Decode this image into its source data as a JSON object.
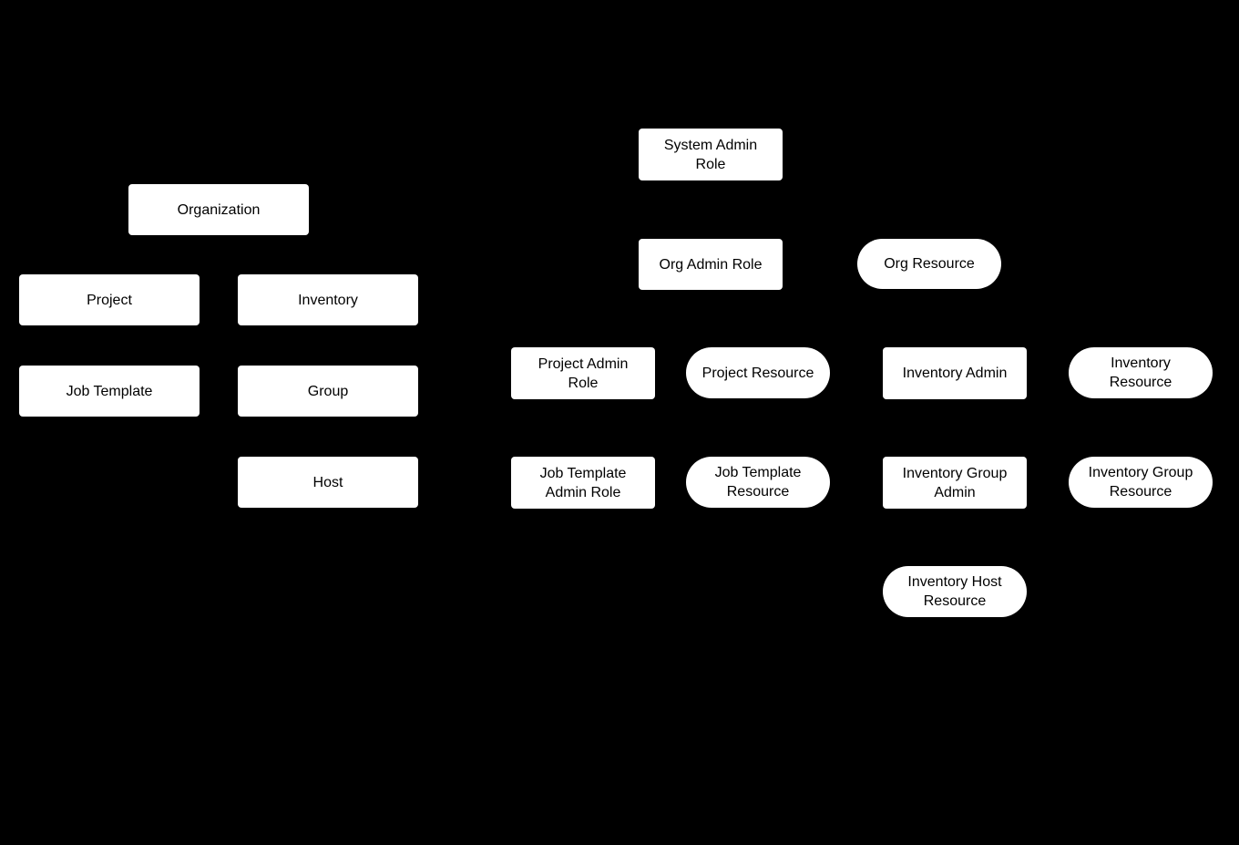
{
  "diagram": {
    "colors": {
      "background": "#000000",
      "node_fill": "#ffffff",
      "node_text": "#000000"
    },
    "nodes": {
      "organization": {
        "label": "Organization",
        "shape": "rect"
      },
      "project": {
        "label": "Project",
        "shape": "rect"
      },
      "inventory": {
        "label": "Inventory",
        "shape": "rect"
      },
      "job_template": {
        "label": "Job Template",
        "shape": "rect"
      },
      "group": {
        "label": "Group",
        "shape": "rect"
      },
      "host": {
        "label": "Host",
        "shape": "rect"
      },
      "system_admin_role": {
        "label": "System Admin\nRole",
        "shape": "rect"
      },
      "org_admin_role": {
        "label": "Org Admin Role",
        "shape": "rect"
      },
      "org_resource": {
        "label": "Org Resource",
        "shape": "pill"
      },
      "project_admin_role": {
        "label": "Project Admin\nRole",
        "shape": "rect"
      },
      "project_resource": {
        "label": "Project Resource",
        "shape": "pill"
      },
      "inventory_admin": {
        "label": "Inventory Admin",
        "shape": "rect"
      },
      "inventory_resource": {
        "label": "Inventory\nResource",
        "shape": "pill"
      },
      "job_template_admin_role": {
        "label": "Job Template\nAdmin Role",
        "shape": "rect"
      },
      "job_template_resource": {
        "label": "Job Template\nResource",
        "shape": "pill"
      },
      "inventory_group_admin": {
        "label": "Inventory Group\nAdmin",
        "shape": "rect"
      },
      "inventory_group_resource": {
        "label": "Inventory Group\nResource",
        "shape": "pill"
      },
      "inventory_host_resource": {
        "label": "Inventory Host\nResource",
        "shape": "pill"
      }
    }
  }
}
